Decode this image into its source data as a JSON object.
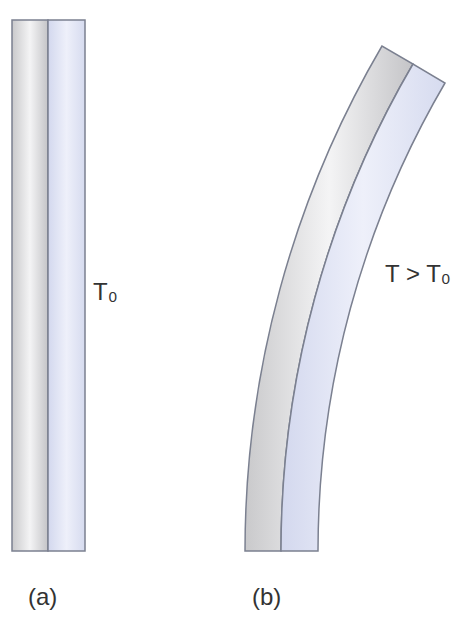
{
  "diagram": {
    "labels": [
      "T₀",
      "T > T₀",
      "(a)",
      "(b)"
    ]
  }
}
